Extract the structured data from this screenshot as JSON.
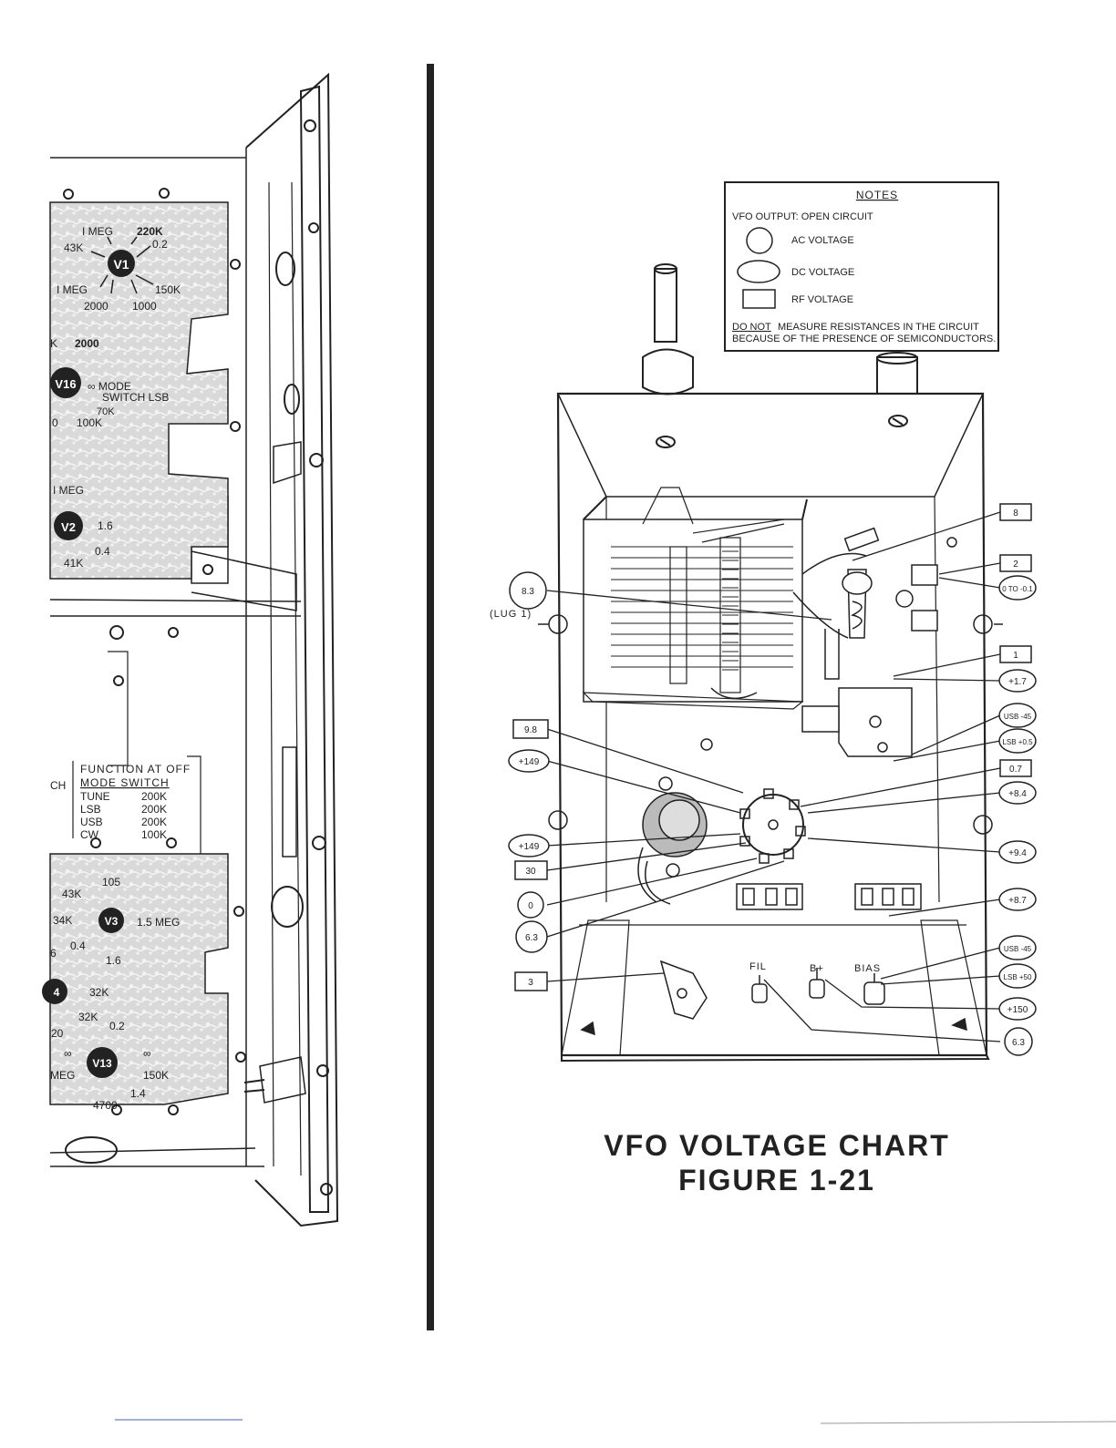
{
  "notes": {
    "heading": "NOTES",
    "vfo_output": "VFO OUTPUT: OPEN CIRCUIT",
    "legend": [
      {
        "shape": "circle",
        "label": "AC VOLTAGE"
      },
      {
        "shape": "ellipse",
        "label": "DC VOLTAGE"
      },
      {
        "shape": "rect",
        "label": "RF VOLTAGE"
      }
    ],
    "warning_emph": "DO NOT",
    "warning_rest": "MEASURE RESISTANCES IN THE CIRCUIT",
    "warning_line2": "BECAUSE OF THE PRESENCE OF SEMICONDUCTORS."
  },
  "figure": {
    "title": "VFO VOLTAGE CHART",
    "number": "FIGURE 1-21"
  },
  "vfo_labels": {
    "lug": "(LUG 1)",
    "fil": "FIL",
    "bplus": "B+",
    "bias": "BIAS"
  },
  "callouts": [
    {
      "id": "c-8",
      "text": "8",
      "shape": "rect"
    },
    {
      "id": "c-2",
      "text": "2",
      "shape": "rect"
    },
    {
      "id": "c-0to01",
      "text": "0 TO -0.1",
      "shape": "ellipse"
    },
    {
      "id": "c-83",
      "text": "8.3",
      "shape": "circle"
    },
    {
      "id": "c-1",
      "text": "1",
      "shape": "rect"
    },
    {
      "id": "c-17",
      "text": "+1.7",
      "shape": "ellipse"
    },
    {
      "id": "c-usb45a",
      "text": "USB -45",
      "shape": "ellipse"
    },
    {
      "id": "c-lsb05",
      "text": "LSB +0.5",
      "shape": "ellipse"
    },
    {
      "id": "c-98",
      "text": "9.8",
      "shape": "rect"
    },
    {
      "id": "c-149a",
      "text": "+149",
      "shape": "ellipse"
    },
    {
      "id": "c-07",
      "text": "0.7",
      "shape": "rect"
    },
    {
      "id": "c-84",
      "text": "+8.4",
      "shape": "ellipse"
    },
    {
      "id": "c-149b",
      "text": "+149",
      "shape": "ellipse"
    },
    {
      "id": "c-94",
      "text": "+9.4",
      "shape": "ellipse"
    },
    {
      "id": "c-30",
      "text": "30",
      "shape": "rect"
    },
    {
      "id": "c-0",
      "text": "0",
      "shape": "circle"
    },
    {
      "id": "c-87",
      "text": "+8.7",
      "shape": "ellipse"
    },
    {
      "id": "c-63a",
      "text": "6.3",
      "shape": "circle"
    },
    {
      "id": "c-usb45b",
      "text": "USB -45",
      "shape": "ellipse"
    },
    {
      "id": "c-3",
      "text": "3",
      "shape": "rect"
    },
    {
      "id": "c-lsb50",
      "text": "LSB +50",
      "shape": "ellipse"
    },
    {
      "id": "c-150",
      "text": "+150",
      "shape": "ellipse"
    },
    {
      "id": "c-63b",
      "text": "6.3",
      "shape": "circle"
    }
  ],
  "left_panel": {
    "v1": {
      "name": "V1",
      "labels": [
        "I MEG",
        "220K",
        "43K",
        "0.2",
        "I MEG",
        "150K",
        "2000",
        "1000"
      ]
    },
    "v16": {
      "name": "V16",
      "labels": [
        "K",
        "2000",
        "∞ MODE",
        "SWITCH LSB",
        "70K",
        "100K",
        "0"
      ]
    },
    "v2": {
      "name": "V2",
      "labels": [
        "I MEG",
        "1.6",
        "0.4",
        "41K"
      ]
    },
    "function_table": {
      "header1": "FUNCTION AT OFF",
      "header2": "MODE SWITCH",
      "rows": [
        {
          "mode": "TUNE",
          "value": "200K"
        },
        {
          "mode": "LSB",
          "value": "200K"
        },
        {
          "mode": "USB",
          "value": "200K"
        },
        {
          "mode": "CW",
          "value": "100K"
        }
      ],
      "left_fragment": "CH"
    },
    "v3": {
      "name": "V3",
      "labels": [
        "105",
        "43K",
        "34K",
        "1.5 MEG",
        "0.4",
        "1.6"
      ]
    },
    "v4": {
      "name": "4",
      "labels": [
        "6",
        "32K",
        "32K",
        "20"
      ]
    },
    "v13": {
      "name": "V13",
      "labels": [
        "0.2",
        "∞",
        "∞",
        "MEG",
        "150K",
        "1.4",
        "4700"
      ]
    }
  }
}
